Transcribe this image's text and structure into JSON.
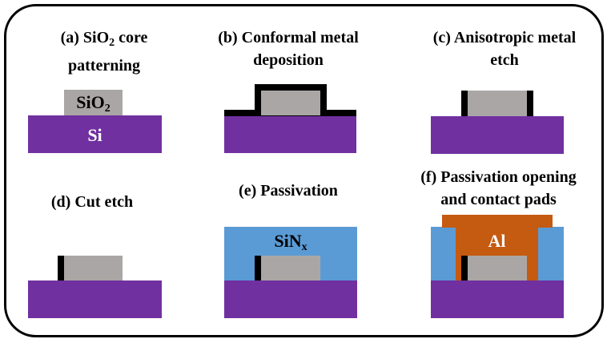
{
  "panels": {
    "a": {
      "caption_line1_pre": "(a) SiO",
      "caption_line1_sub": "2",
      "caption_line1_post": " core",
      "caption_line2": "patterning",
      "oxide_label_main": "SiO",
      "oxide_label_sub": "2",
      "substrate_label": "Si"
    },
    "b": {
      "caption_line1": "(b) Conformal metal",
      "caption_line2": "deposition"
    },
    "c": {
      "caption_line1": "(c) Anisotropic metal",
      "caption_line2": "etch"
    },
    "d": {
      "caption_line1": "(d) Cut etch"
    },
    "e": {
      "caption_line1": "(e) Passivation",
      "passivation_label_main": "SiN",
      "passivation_label_sub": "x"
    },
    "f": {
      "caption_line1": "(f) Passivation opening",
      "caption_line2": "and contact pads",
      "pad_label": "Al"
    }
  },
  "colors": {
    "silicon": "#7030a0",
    "oxide": "#aaa6a5",
    "metal": "#000000",
    "silicon_nitride": "#5b9bd5",
    "aluminum": "#c55a11"
  }
}
